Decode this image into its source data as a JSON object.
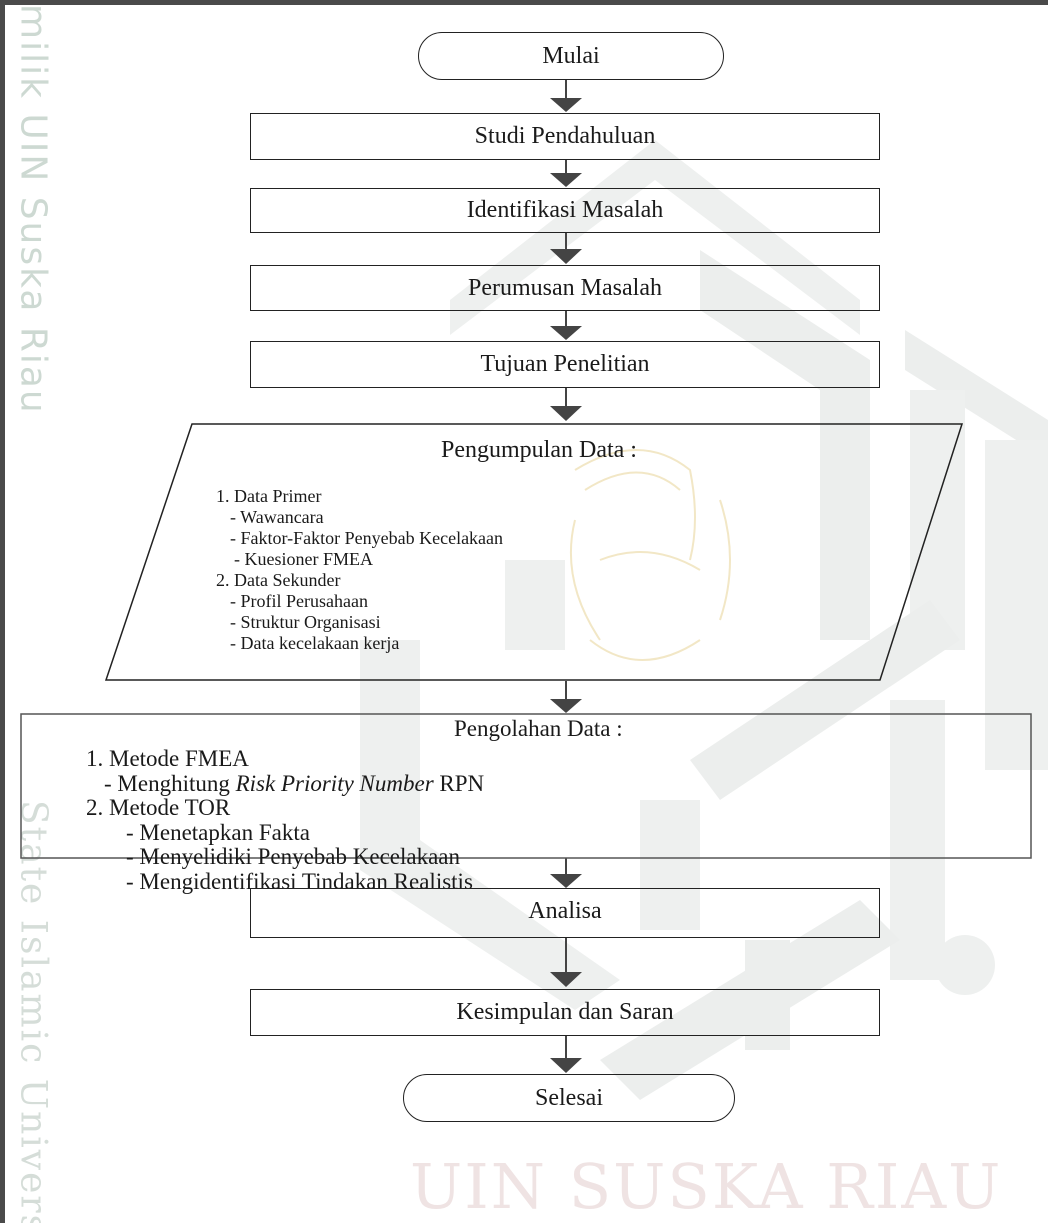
{
  "watermark": {
    "side_top": "milik UIN Suska Riau",
    "side_bottom": "State Islamic Universit",
    "bottom": "UIN SUSKA RIAU"
  },
  "flow": {
    "start": "Mulai",
    "step1": "Studi Pendahuluan",
    "step2": "Identifikasi Masalah",
    "step3": "Perumusan Masalah",
    "step4": "Tujuan Penelitian",
    "collection": {
      "title": "Pengumpulan Data :",
      "items": [
        "1. Data Primer",
        "- Wawancara",
        "- Faktor-Faktor Penyebab Kecelakaan",
        "- Kuesioner FMEA",
        "2. Data Sekunder",
        "- Profil Perusahaan",
        "- Struktur Organisasi",
        "- Data kecelakaan kerja"
      ]
    },
    "processing": {
      "title": "Pengolahan Data :",
      "items": {
        "method1": "1. Metode FMEA",
        "m1_pre": "- Menghitung ",
        "m1_em": "Risk Priority Number",
        "m1_post": " RPN",
        "method2": "2. Metode TOR",
        "m2_a": "- Menetapkan Fakta",
        "m2_b": "- Menyelidiki Penyebab Kecelakaan",
        "m2_c": "- Mengidentifikasi Tindakan Realistis"
      }
    },
    "step5": "Analisa",
    "step6": "Kesimpulan dan Saran",
    "end": "Selesai"
  }
}
